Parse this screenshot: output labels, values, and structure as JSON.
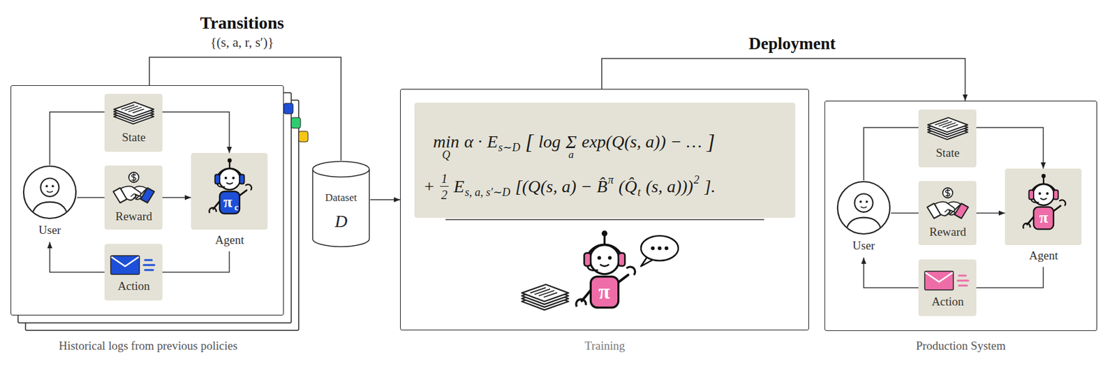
{
  "diagram": {
    "nodes": [
      {
        "text": [
          "Historical logs from previous policies"
        ]
      },
      {
        "text": [
          "User"
        ],
        "in": 0
      },
      {
        "text": [
          "State"
        ],
        "in": 0
      },
      {
        "text": [
          "Reward"
        ],
        "in": 0
      },
      {
        "text": [
          "Action"
        ],
        "in": 0
      },
      {
        "text": [
          "π",
          "c",
          "Agent"
        ],
        "in": 0
      },
      {
        "text": [
          "Dataset",
          "D"
        ]
      },
      {
        "text": [
          "Training"
        ]
      },
      {
        "text": [
          "min",
          "Q",
          "α ·",
          "E",
          "s∼D",
          "[",
          "log",
          "Σ",
          "a",
          "exp(Q(s, a)) − …",
          "]",
          "+",
          "1",
          "2",
          "E",
          "s, a, s′∼D",
          "[(Q(s, a) − B̂",
          "π",
          "(Q̂",
          "t",
          "(s, a)))",
          "2",
          "]."
        ],
        "in": 7
      },
      {
        "text": [
          "Production System"
        ]
      },
      {
        "text": [
          "User"
        ],
        "in": 9
      },
      {
        "text": [
          "State"
        ],
        "in": 9
      },
      {
        "text": [
          "Reward"
        ],
        "in": 9
      },
      {
        "text": [
          "Action"
        ],
        "in": 9
      },
      {
        "text": [
          "π",
          "Agent"
        ],
        "in": 9
      }
    ],
    "edges": [
      {
        "from": 1,
        "to": 2,
        "arrow": "none"
      },
      {
        "from": 2,
        "to": 5,
        "arrow": "to"
      },
      {
        "from": 1,
        "to": 3,
        "arrow": "none"
      },
      {
        "from": 3,
        "to": 5,
        "arrow": "to"
      },
      {
        "from": 5,
        "to": 4,
        "arrow": "none"
      },
      {
        "from": 4,
        "to": 1,
        "arrow": "to"
      },
      {
        "from": 0,
        "to": 6,
        "label": "Transitions",
        "arrow": "none"
      },
      {
        "from": 6,
        "to": 7,
        "arrow": "to"
      },
      {
        "from": 7,
        "to": 9,
        "label": "Deployment",
        "arrow": "to"
      },
      {
        "from": 10,
        "to": 11,
        "arrow": "none"
      },
      {
        "from": 11,
        "to": 14,
        "arrow": "to"
      },
      {
        "from": 10,
        "to": 12,
        "arrow": "none"
      },
      {
        "from": 12,
        "to": 14,
        "arrow": "to"
      },
      {
        "from": 14,
        "to": 13,
        "arrow": "none"
      },
      {
        "from": 13,
        "to": 10,
        "arrow": "to"
      }
    ],
    "labels": [
      "{(s, a, r, s′)}",
      "π"
    ]
  }
}
